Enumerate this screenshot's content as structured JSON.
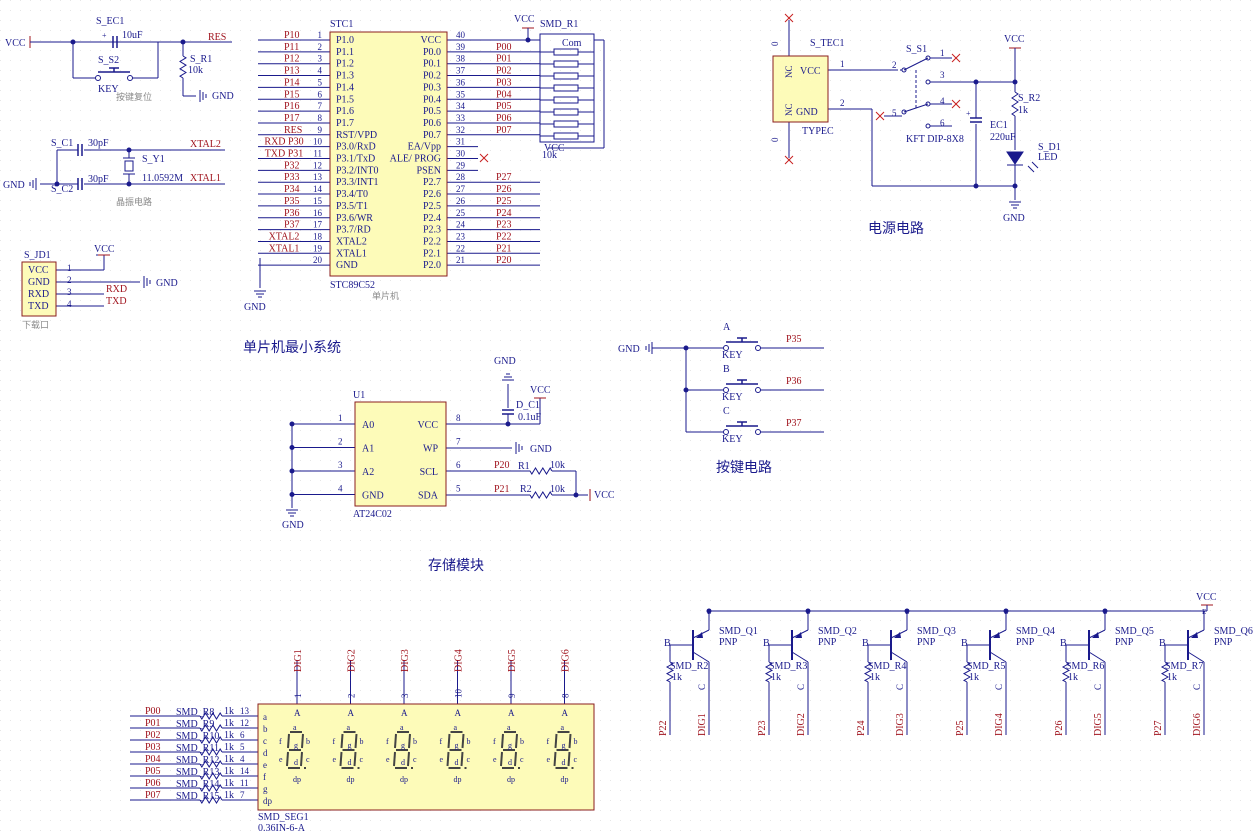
{
  "sections": {
    "mcu": "单片机最小系统",
    "storage": "存储模块",
    "keys": "按键电路",
    "power": "电源电路"
  },
  "reset": {
    "vcc": "VCC",
    "cap_ref": "S_EC1",
    "cap_val": "10uF",
    "sw_ref": "S_S2",
    "sw_val": "KEY",
    "caption": "按键复位",
    "res_ref": "S_R1",
    "res_val": "10k",
    "net": "RES",
    "gnd": "GND"
  },
  "crystal": {
    "c1_ref": "S_C1",
    "c1_val": "30pF",
    "c2_ref": "S_C2",
    "c2_val": "30pF",
    "y_ref": "S_Y1",
    "y_val": "11.0592M",
    "xtal1": "XTAL1",
    "xtal2": "XTAL2",
    "gnd": "GND",
    "caption": "晶振电路"
  },
  "download": {
    "ref": "S_JD1",
    "pins": [
      "VCC",
      "GND",
      "RXD",
      "TXD"
    ],
    "nums": [
      "1",
      "2",
      "3",
      "4"
    ],
    "vcc": "VCC",
    "gnd": "GND",
    "rxd": "RXD",
    "txd": "TXD",
    "caption": "下载口"
  },
  "mcu": {
    "ref": "STC1",
    "part": "STC89C52",
    "caption": "单片机",
    "gnd": "GND",
    "left_pins": [
      {
        "num": "1",
        "name": "P1.0",
        "net": "P10"
      },
      {
        "num": "2",
        "name": "P1.1",
        "net": "P11"
      },
      {
        "num": "3",
        "name": "P1.2",
        "net": "P12"
      },
      {
        "num": "4",
        "name": "P1.3",
        "net": "P13"
      },
      {
        "num": "5",
        "name": "P1.4",
        "net": "P14"
      },
      {
        "num": "6",
        "name": "P1.5",
        "net": "P15"
      },
      {
        "num": "7",
        "name": "P1.6",
        "net": "P16"
      },
      {
        "num": "8",
        "name": "P1.7",
        "net": "P17"
      },
      {
        "num": "9",
        "name": "RST/VPD",
        "net": "RES"
      },
      {
        "num": "10",
        "name": "P3.0/RxD",
        "net": "RXD P30"
      },
      {
        "num": "11",
        "name": "P3.1/TxD",
        "net": "TXD P31"
      },
      {
        "num": "12",
        "name": "P3.2/INT0",
        "net": "P32"
      },
      {
        "num": "13",
        "name": "P3.3/INT1",
        "net": "P33"
      },
      {
        "num": "14",
        "name": "P3.4/T0",
        "net": "P34"
      },
      {
        "num": "15",
        "name": "P3.5/T1",
        "net": "P35"
      },
      {
        "num": "16",
        "name": "P3.6/WR",
        "net": "P36"
      },
      {
        "num": "17",
        "name": "P3.7/RD",
        "net": "P37"
      },
      {
        "num": "18",
        "name": "XTAL2",
        "net": "XTAL2"
      },
      {
        "num": "19",
        "name": "XTAL1",
        "net": "XTAL1"
      },
      {
        "num": "20",
        "name": "GND",
        "net": ""
      }
    ],
    "right_pins": [
      {
        "num": "40",
        "name": "VCC",
        "net": ""
      },
      {
        "num": "39",
        "name": "P0.0",
        "net": "P00"
      },
      {
        "num": "38",
        "name": "P0.1",
        "net": "P01"
      },
      {
        "num": "37",
        "name": "P0.2",
        "net": "P02"
      },
      {
        "num": "36",
        "name": "P0.3",
        "net": "P03"
      },
      {
        "num": "35",
        "name": "P0.4",
        "net": "P04"
      },
      {
        "num": "34",
        "name": "P0.5",
        "net": "P05"
      },
      {
        "num": "33",
        "name": "P0.6",
        "net": "P06"
      },
      {
        "num": "32",
        "name": "P0.7",
        "net": "P07"
      },
      {
        "num": "31",
        "name": "EA/Vpp",
        "net": ""
      },
      {
        "num": "30",
        "name": "ALE/ PROG",
        "net": ""
      },
      {
        "num": "29",
        "name": "PSEN",
        "net": ""
      },
      {
        "num": "28",
        "name": "P2.7",
        "net": "P27"
      },
      {
        "num": "27",
        "name": "P2.6",
        "net": "P26"
      },
      {
        "num": "26",
        "name": "P2.5",
        "net": "P25"
      },
      {
        "num": "25",
        "name": "P2.4",
        "net": "P24"
      },
      {
        "num": "24",
        "name": "P2.3",
        "net": "P23"
      },
      {
        "num": "23",
        "name": "P2.2",
        "net": "P22"
      },
      {
        "num": "22",
        "name": "P2.1",
        "net": "P21"
      },
      {
        "num": "21",
        "name": "P2.0",
        "net": "P20"
      }
    ],
    "rpack": {
      "ref": "SMD_R1",
      "com": "Com",
      "val": "10k",
      "vcc": "VCC",
      "vcc2": "VCC"
    }
  },
  "eeprom": {
    "ref": "U1",
    "part": "AT24C02",
    "left_pins": [
      {
        "num": "1",
        "name": "A0"
      },
      {
        "num": "2",
        "name": "A1"
      },
      {
        "num": "3",
        "name": "A2"
      },
      {
        "num": "4",
        "name": "GND"
      }
    ],
    "right_pins": [
      {
        "num": "8",
        "name": "VCC"
      },
      {
        "num": "7",
        "name": "WP"
      },
      {
        "num": "6",
        "name": "SCL"
      },
      {
        "num": "5",
        "name": "SDA"
      }
    ],
    "cap_ref": "D_C1",
    "cap_val": "0.1uF",
    "gnd": "GND",
    "vcc": "VCC",
    "r1_ref": "R1",
    "r1_val": "10k",
    "r2_ref": "R2",
    "r2_val": "10k",
    "net_scl": "P20",
    "net_sda": "P21"
  },
  "keys": {
    "gnd": "GND",
    "items": [
      {
        "ref": "A",
        "val": "KEY",
        "net": "P35"
      },
      {
        "ref": "B",
        "val": "KEY",
        "net": "P36"
      },
      {
        "ref": "C",
        "val": "KEY",
        "net": "P37"
      }
    ]
  },
  "power": {
    "tec_ref": "S_TEC1",
    "tec_part": "TYPEC",
    "tec_pins": [
      "VCC",
      "GND",
      "NC",
      "NC"
    ],
    "tec_nums": [
      "1",
      "2",
      "0",
      "0"
    ],
    "sw_ref": "S_S1",
    "sw_part": "KFT DIP-8X8",
    "sw_nums": [
      "1",
      "2",
      "3",
      "4",
      "5",
      "6"
    ],
    "ec_ref": "EC1",
    "ec_val": "220uF",
    "r_ref": "S_R2",
    "r_val": "1k",
    "led_ref": "S_D1",
    "led_val": "LED",
    "vcc": "VCC",
    "gnd": "GND"
  },
  "segment": {
    "ref": "SMD_SEG1",
    "part": "0.36IN-6-A",
    "digits": [
      {
        "name": "DIG1",
        "pin": "1"
      },
      {
        "name": "DIG2",
        "pin": "2"
      },
      {
        "name": "DIG3",
        "pin": "3"
      },
      {
        "name": "DIG4",
        "pin": "10"
      },
      {
        "name": "DIG5",
        "pin": "9"
      },
      {
        "name": "DIG6",
        "pin": "8"
      }
    ],
    "rows": [
      {
        "net": "P00",
        "ref": "SMD_R8",
        "val": "1k",
        "pin": "13",
        "seg": "a"
      },
      {
        "net": "P01",
        "ref": "SMD_R9",
        "val": "1k",
        "pin": "12",
        "seg": "b"
      },
      {
        "net": "P02",
        "ref": "SMD_R10",
        "val": "1k",
        "pin": "6",
        "seg": "c"
      },
      {
        "net": "P03",
        "ref": "SMD_R11",
        "val": "1k",
        "pin": "5",
        "seg": "d"
      },
      {
        "net": "P04",
        "ref": "SMD_R12",
        "val": "1k",
        "pin": "4",
        "seg": "e"
      },
      {
        "net": "P05",
        "ref": "SMD_R13",
        "val": "1k",
        "pin": "14",
        "seg": "f"
      },
      {
        "net": "P06",
        "ref": "SMD_R14",
        "val": "1k",
        "pin": "11",
        "seg": "g"
      },
      {
        "net": "P07",
        "ref": "SMD_R15",
        "val": "1k",
        "pin": "7",
        "seg": "dp"
      }
    ],
    "anode": "A",
    "seg_letters": [
      "a",
      "b",
      "c",
      "d",
      "e",
      "f",
      "g",
      "dp"
    ]
  },
  "drivers": {
    "vcc": "VCC",
    "items": [
      {
        "q": "SMD_Q1",
        "type": "PNP",
        "r": "SMD_R2",
        "rv": "1k",
        "net": "P22",
        "dig": "DIG1",
        "b": "B",
        "c": "C"
      },
      {
        "q": "SMD_Q2",
        "type": "PNP",
        "r": "SMD_R3",
        "rv": "1k",
        "net": "P23",
        "dig": "DIG2",
        "b": "B",
        "c": "C"
      },
      {
        "q": "SMD_Q3",
        "type": "PNP",
        "r": "SMD_R4",
        "rv": "1k",
        "net": "P24",
        "dig": "DIG3",
        "b": "B",
        "c": "C"
      },
      {
        "q": "SMD_Q4",
        "type": "PNP",
        "r": "SMD_R5",
        "rv": "1k",
        "net": "P25",
        "dig": "DIG4",
        "b": "B",
        "c": "C"
      },
      {
        "q": "SMD_Q5",
        "type": "PNP",
        "r": "SMD_R6",
        "rv": "1k",
        "net": "P26",
        "dig": "DIG5",
        "b": "B",
        "c": "C"
      },
      {
        "q": "SMD_Q6",
        "type": "PNP",
        "r": "SMD_R7",
        "rv": "1k",
        "net": "P27",
        "dig": "DIG6",
        "b": "B",
        "c": "C"
      }
    ]
  }
}
